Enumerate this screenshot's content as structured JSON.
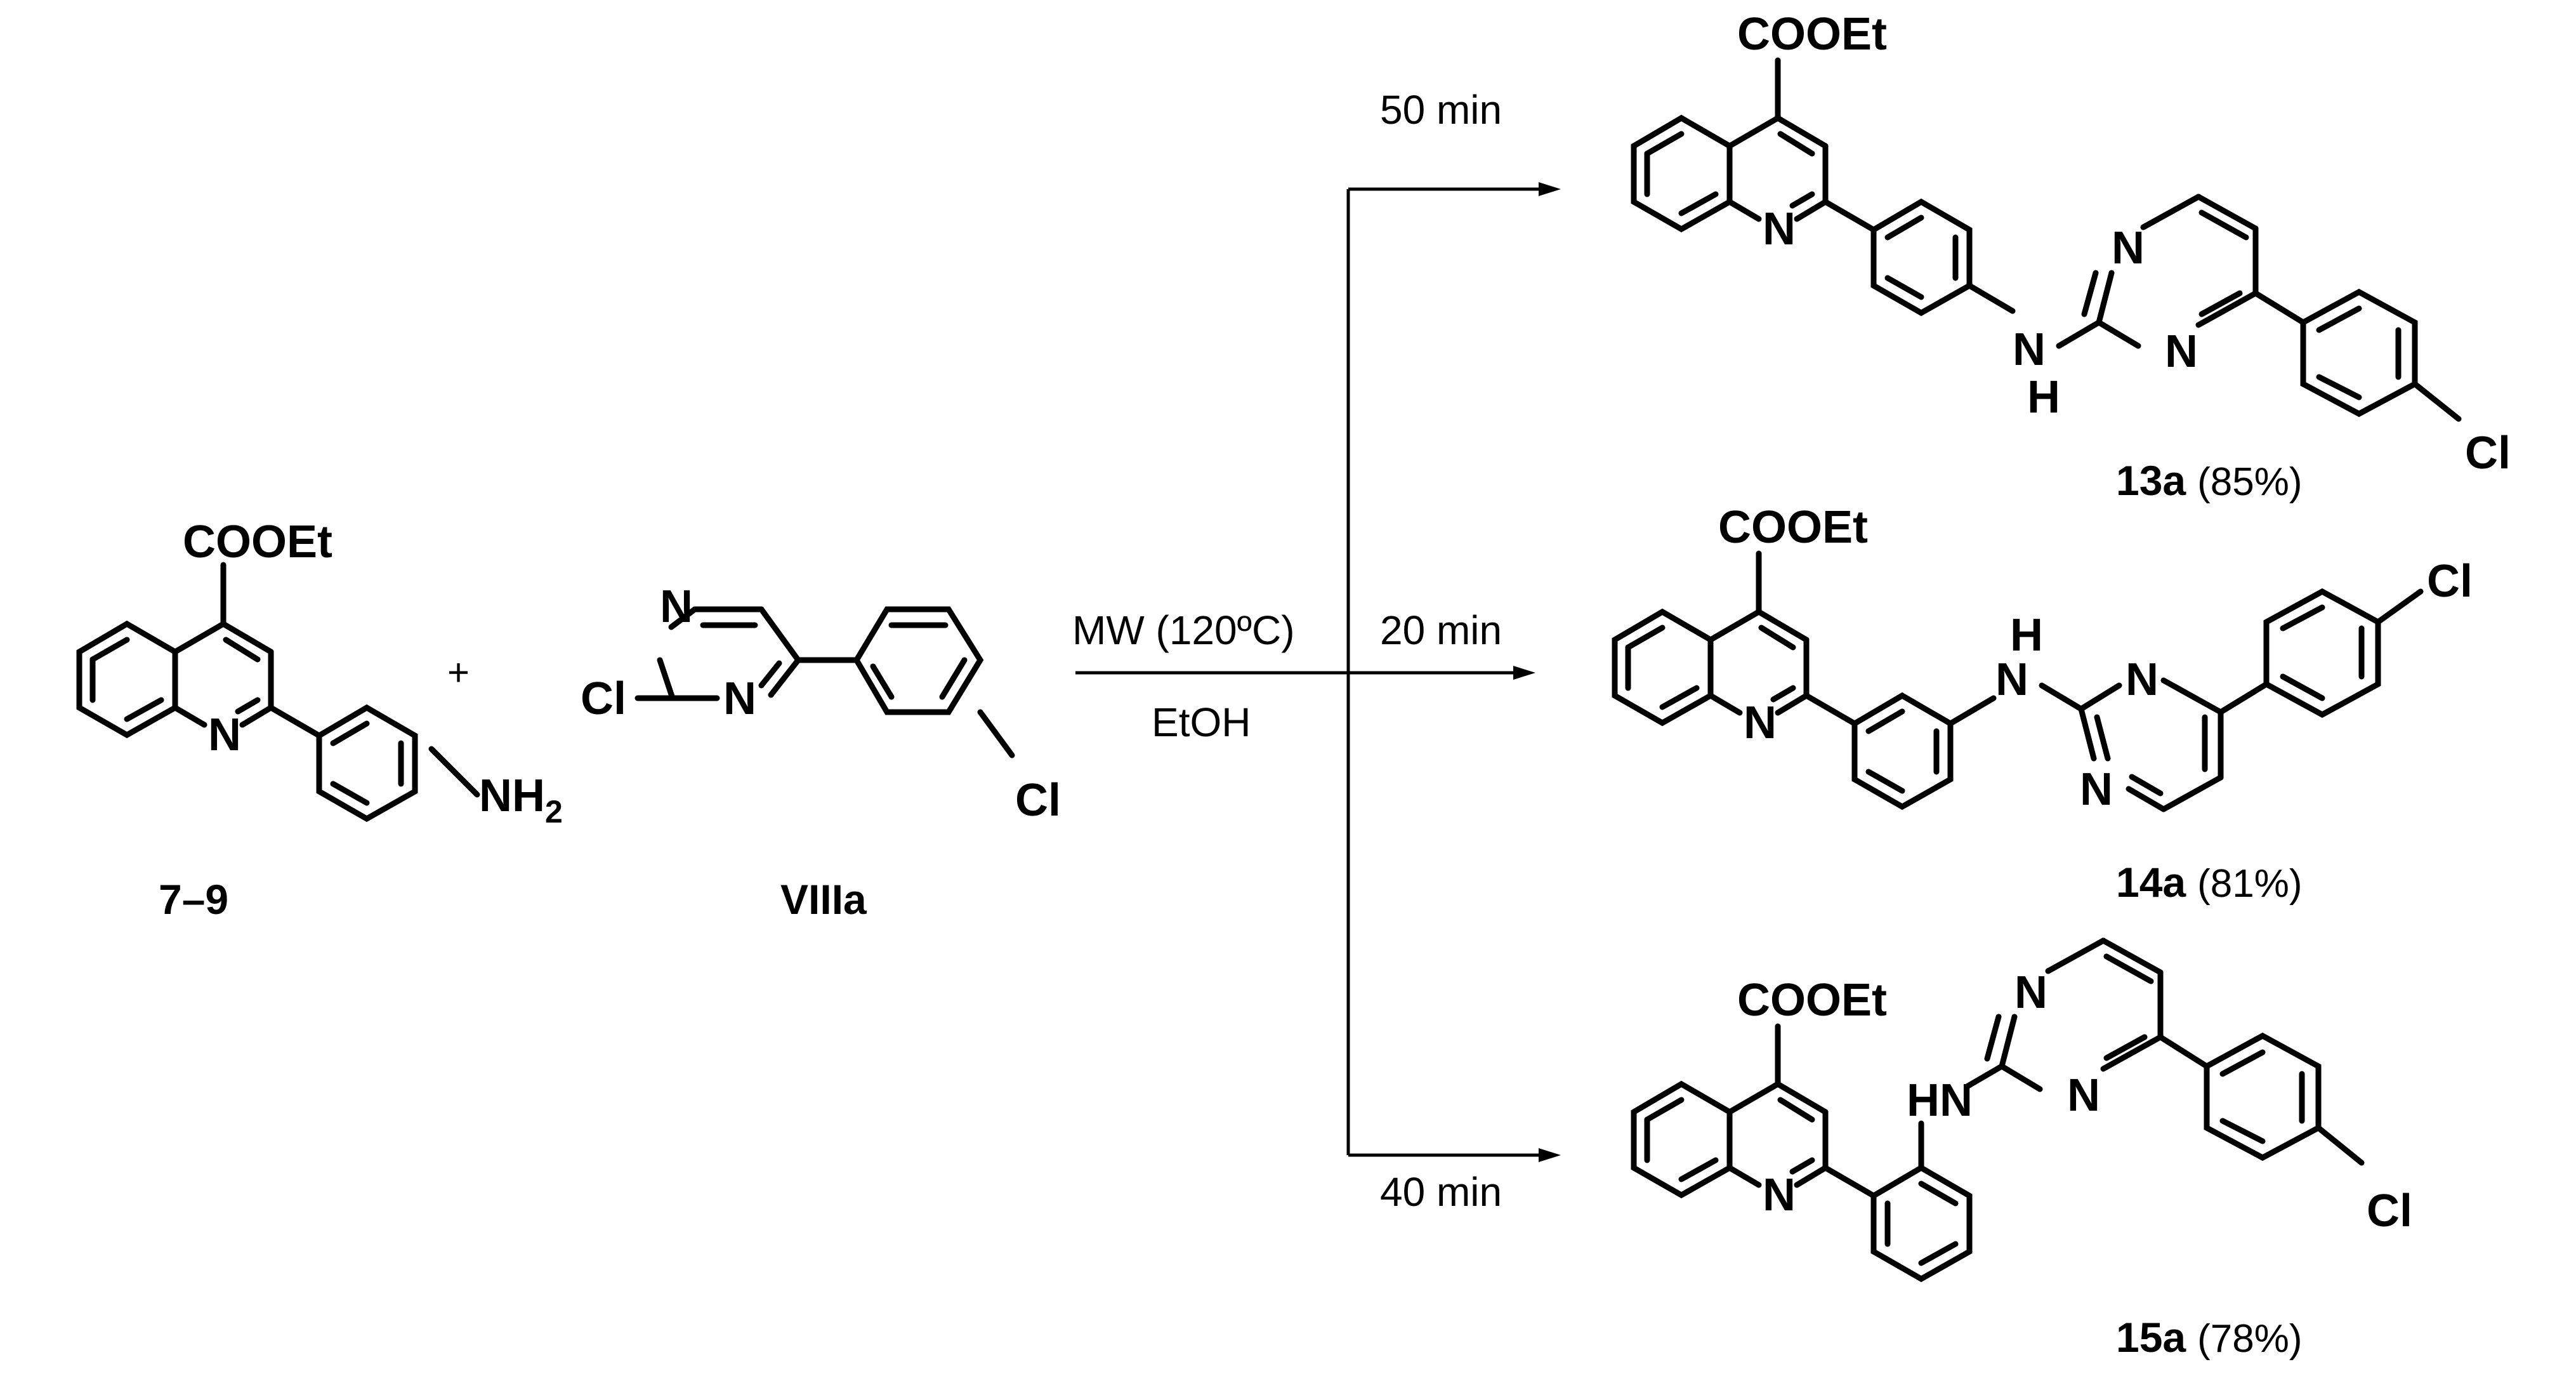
{
  "reactants": {
    "quinoline_amine": {
      "ester": "COOEt",
      "ring_n": "N",
      "amine": "NH",
      "amine_sub": "2",
      "label": "7–9"
    },
    "plus": "+",
    "pyrimidine": {
      "chloro": "Cl",
      "n1": "N",
      "n3": "N",
      "aryl_cl": "Cl",
      "label": "VIIIa"
    }
  },
  "conditions": {
    "reagent": "MW (120ºC)",
    "solvent": "EtOH"
  },
  "branches": [
    {
      "time": "50 min"
    },
    {
      "time": "20 min"
    },
    {
      "time": "40 min"
    }
  ],
  "products": [
    {
      "ester": "COOEt",
      "ring_n": "N",
      "nh_n": "N",
      "nh_h": "H",
      "pym_n1": "N",
      "pym_n3": "N",
      "cl": "Cl",
      "label": "13a",
      "yield": "(85%)"
    },
    {
      "ester": "COOEt",
      "ring_n": "N",
      "nh": "H",
      "nh_n": "N",
      "pym_n1": "N",
      "pym_n3": "N",
      "cl": "Cl",
      "label": "14a",
      "yield": "(81%)"
    },
    {
      "ester": "COOEt",
      "ring_n": "N",
      "nh": "HN",
      "pym_n1": "N",
      "pym_n3": "N",
      "cl": "Cl",
      "label": "15a",
      "yield": "(78%)"
    }
  ]
}
